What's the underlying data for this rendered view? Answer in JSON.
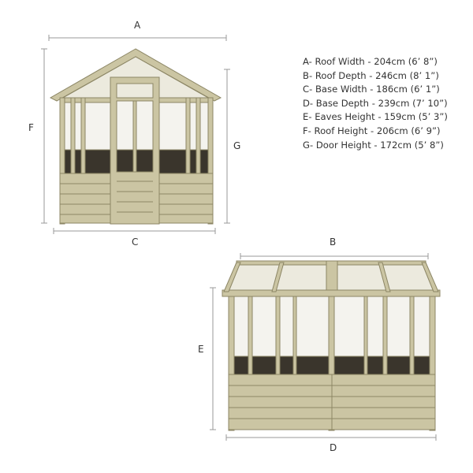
{
  "dimension_labels": {
    "a": "A",
    "b": "B",
    "c": "C",
    "d": "D",
    "e": "E",
    "f": "F",
    "g": "G"
  },
  "specs": [
    "A- Roof Width - 204cm (6’ 8”)",
    "B- Roof Depth - 246cm (8’ 1”)",
    "C- Base Width - 186cm (6’ 1”)",
    "D- Base Depth - 239cm (7’ 10”)",
    "E- Eaves Height - 159cm (5’ 3”)",
    "F- Roof Height - 206cm (6’ 9”)",
    "G- Door Height - 172cm (5’ 8”)"
  ],
  "colors": {
    "wood": "#cbc5a3",
    "wood_dark": "#8c8665",
    "glass_base": "#3a352c",
    "dimension_line": "#9a9a9a"
  }
}
